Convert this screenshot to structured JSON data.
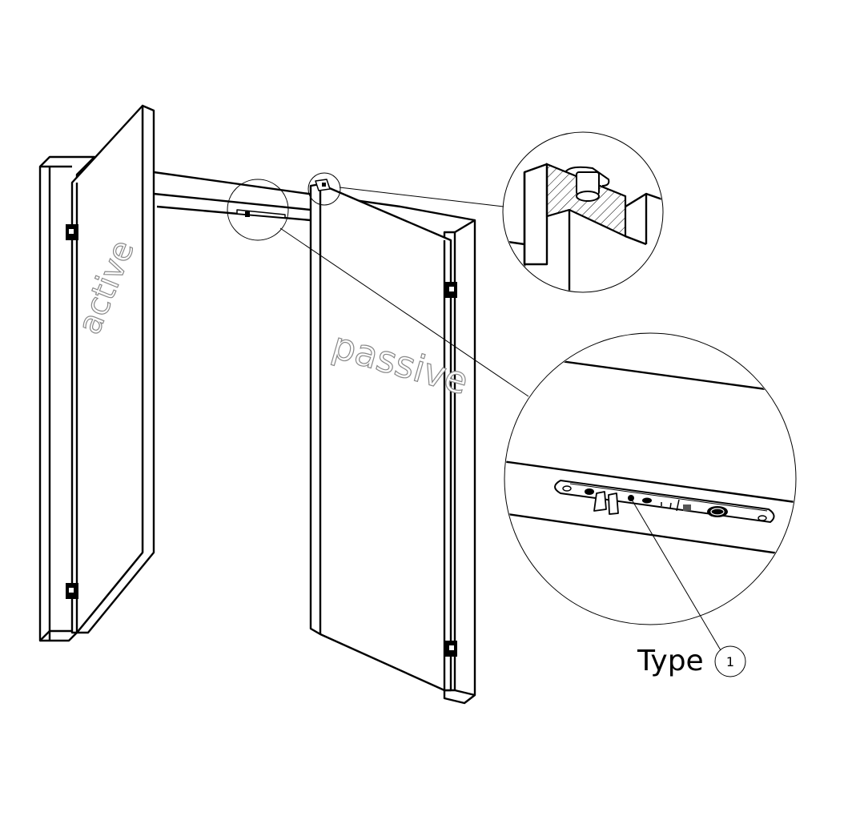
{
  "labels": {
    "active_leaf": "active",
    "passive_leaf": "passive",
    "type_label": "Type",
    "type_number": "1"
  },
  "colors": {
    "line": "#000000",
    "leaf_text_outline": "#888888"
  }
}
